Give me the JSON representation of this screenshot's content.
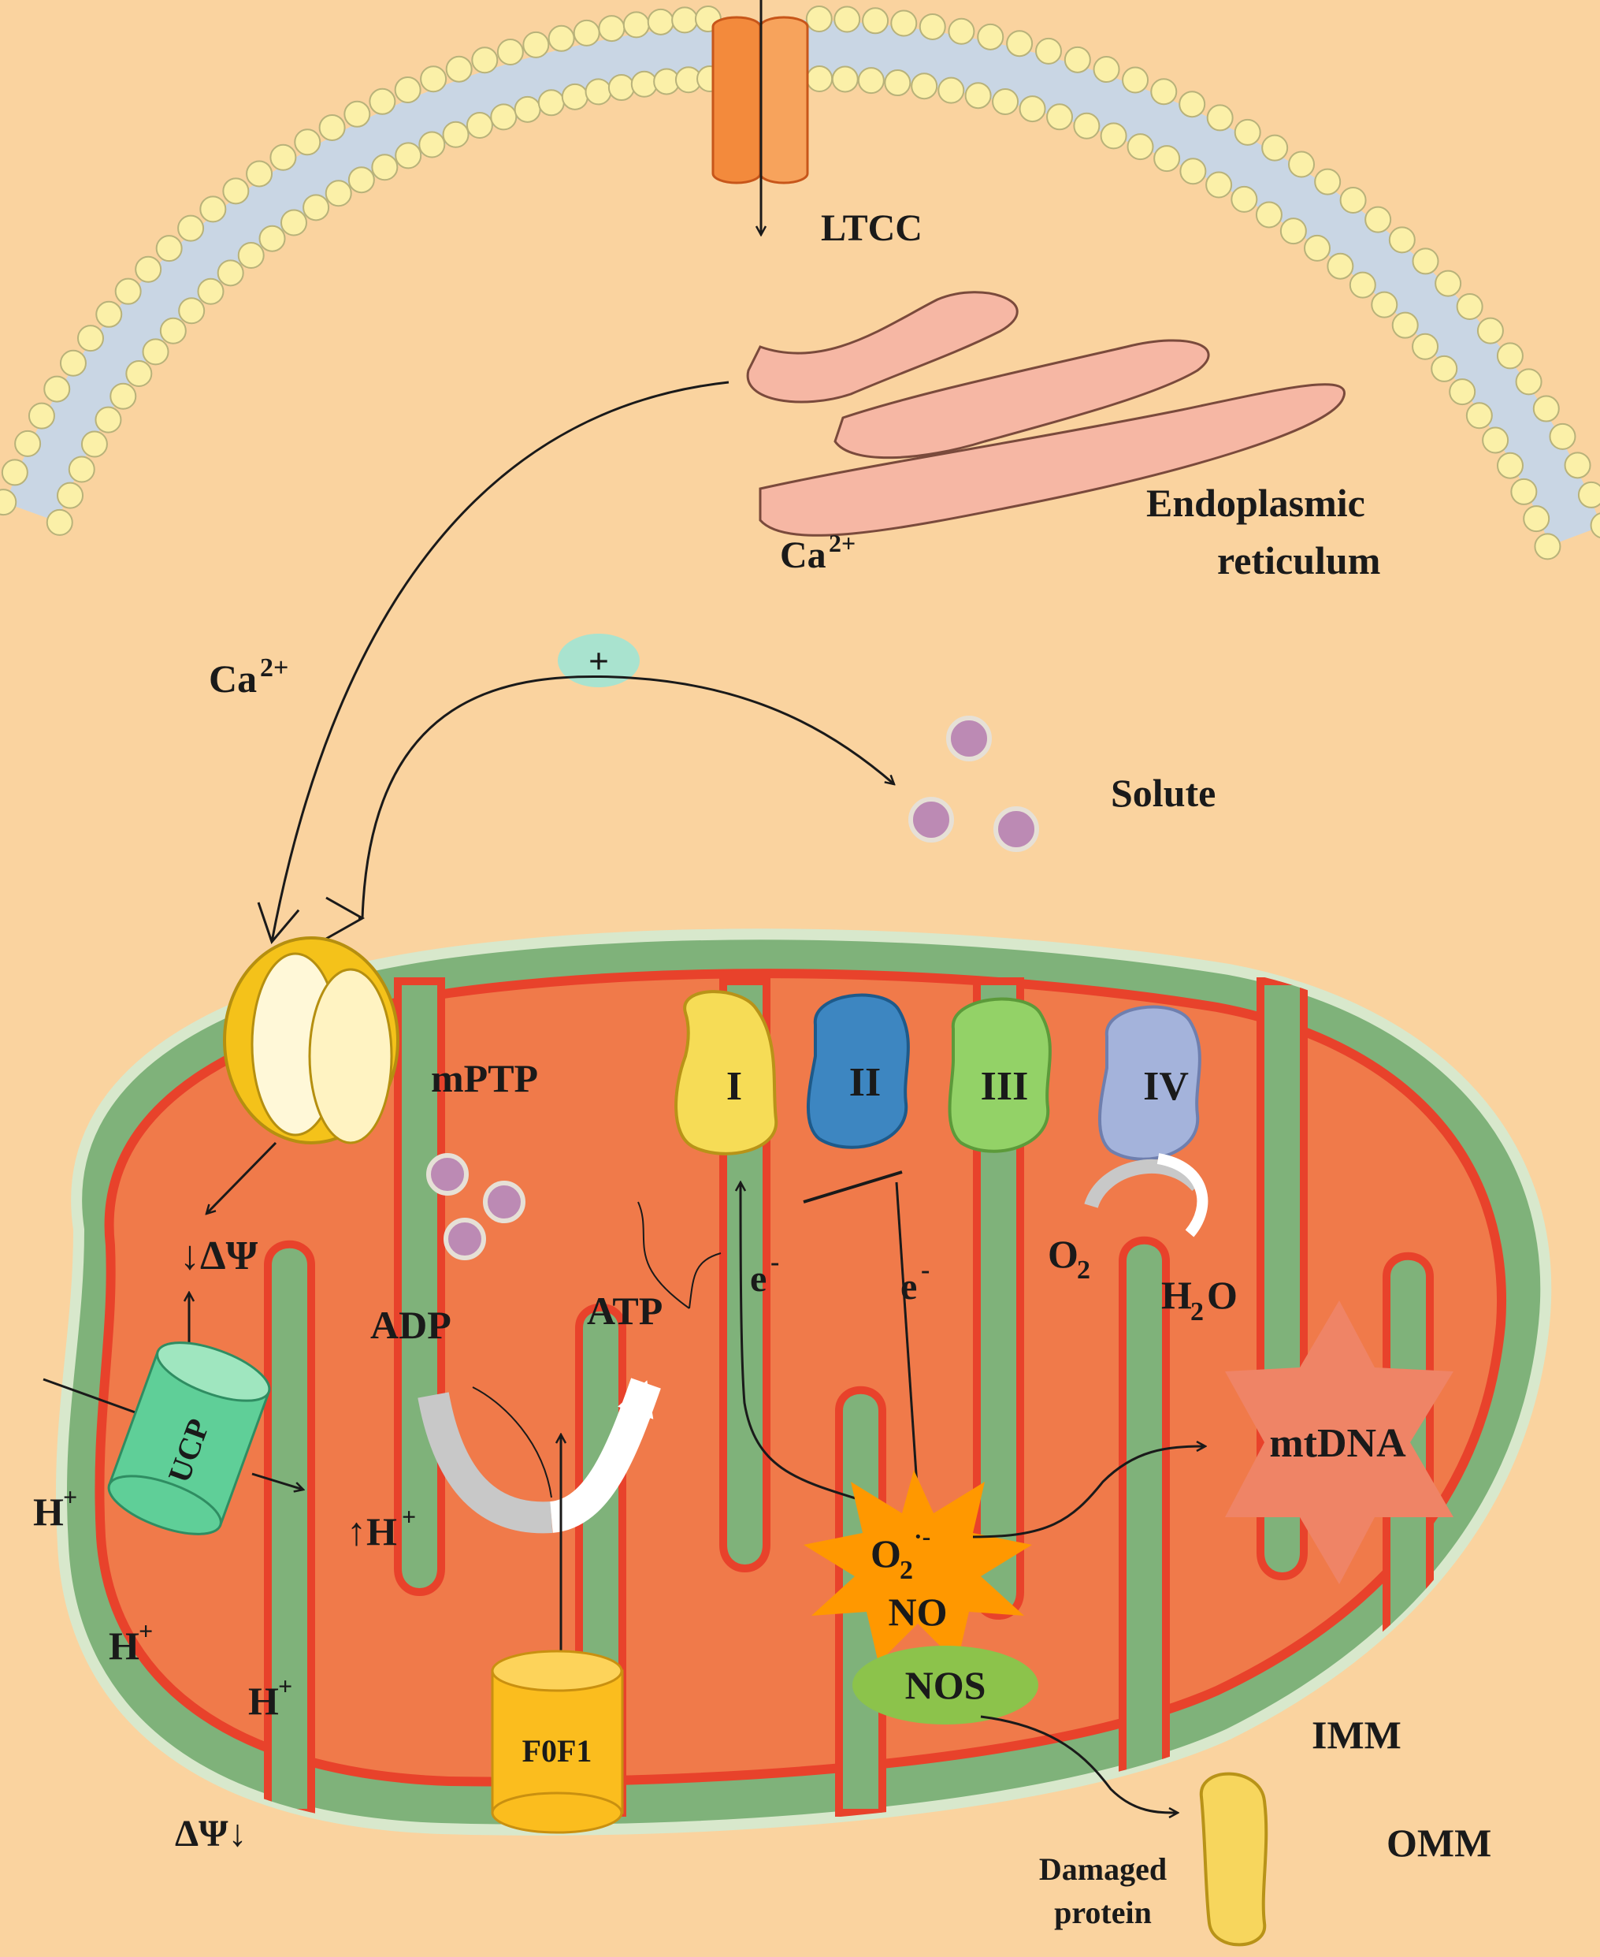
{
  "colors": {
    "background": "#fad39f",
    "membrane_head": "#fbf0a8",
    "membrane_tail": "#c9d6e4",
    "er": "#f6b7a4",
    "outer_membrane": "#9fc88e",
    "inner_membrane": "#e8422b",
    "matrix": "#f68f5b",
    "ros_burst": "#ff9800",
    "nos": "#8cc34b",
    "mtdna": "#ef8466",
    "ucp": "#5fcf98",
    "f0f1": "#fbbd1e",
    "complex_I": "#f6dc56",
    "complex_II": "#3d86c1",
    "complex_III": "#93d267",
    "complex_IV": "#a4b3db",
    "solute": "#bc8ab4",
    "plus_badge": "#a9e3cf"
  },
  "labels": {
    "ltcc": "LTCC",
    "er_line1": "Endoplasmic",
    "er_line2": "reticulum",
    "ca_er": "Ca",
    "ca_er_sup": "2+",
    "ca_left": "Ca",
    "ca_left_sup": "2+",
    "plus": "+",
    "solute": "Solute",
    "mptp": "mPTP",
    "delta_psi_top": "↓ΔΨ",
    "delta_psi_bottom": "ΔΨ↓",
    "ucp": "UCP",
    "h_plus_1": "H",
    "h_plus_2": "H",
    "h_plus_3": "H",
    "h_plus_up": "↑H",
    "plus_sup": "+",
    "adp": "ADP",
    "atp": "ATP",
    "f0f1": "F0F1",
    "complex_I": "I",
    "complex_II": "II",
    "complex_III": "III",
    "complex_IV": "IV",
    "e_minus_1": "e",
    "e_minus_2": "e",
    "minus_sup": "-",
    "o2": "O",
    "o2_sub": "2",
    "h2o_h": "H",
    "h2o_sub": "2",
    "h2o_o": "O",
    "superoxide": "O",
    "superoxide_sub": "2",
    "superoxide_sup": "·-",
    "no": "NO",
    "nos": "NOS",
    "mtdna": "mtDNA",
    "imm": "IMM",
    "omm": "OMM",
    "damaged_line1": "Damaged",
    "damaged_line2": "protein"
  }
}
